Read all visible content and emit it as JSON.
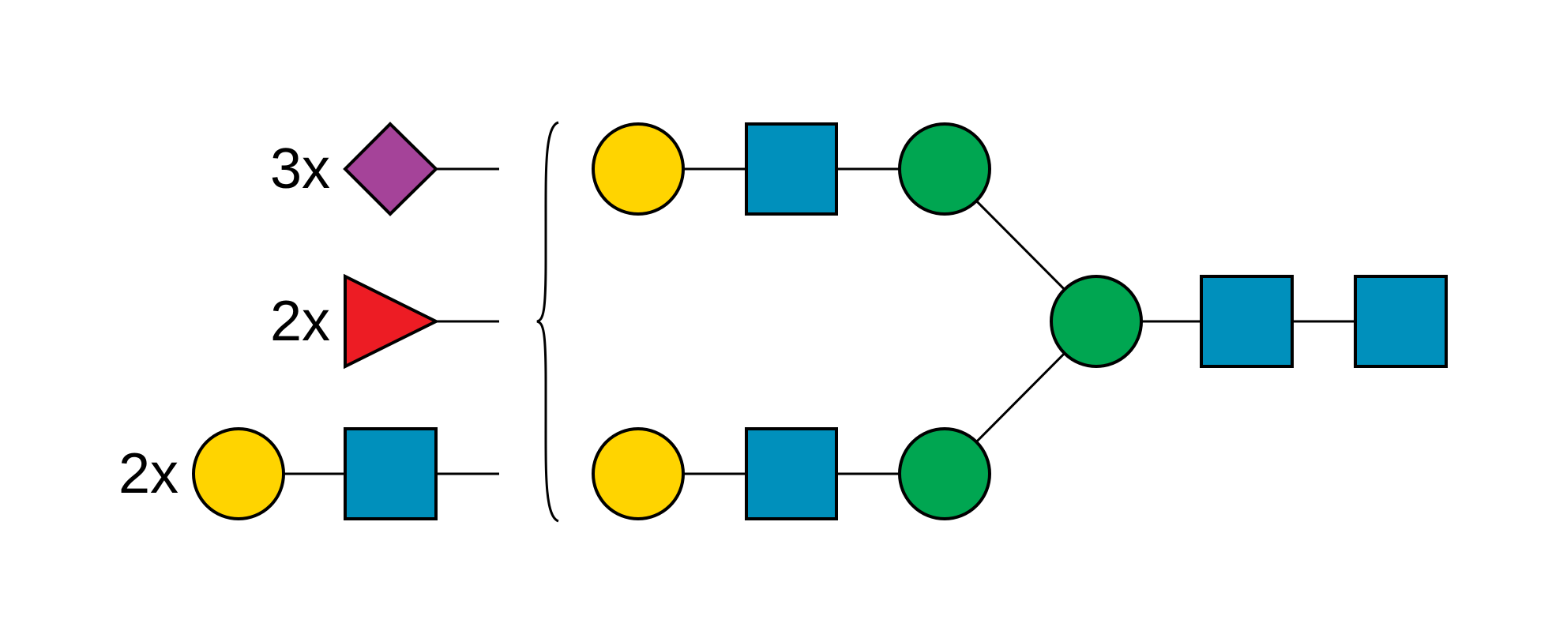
{
  "colors": {
    "galactose": "#FFD400",
    "glcnac": "#0090BC",
    "mannose": "#00A651",
    "sialic_acid": "#A54399",
    "fucose": "#ED1C24",
    "line": "#000000",
    "background": "#FFFFFF"
  },
  "core": {
    "nodes": [
      {
        "id": "gal-top",
        "residue": "galactose",
        "shape": "circle"
      },
      {
        "id": "glcnac-top",
        "residue": "glcnac",
        "shape": "square"
      },
      {
        "id": "man-top",
        "residue": "mannose",
        "shape": "circle"
      },
      {
        "id": "gal-bottom",
        "residue": "galactose",
        "shape": "circle"
      },
      {
        "id": "glcnac-bottom",
        "residue": "glcnac",
        "shape": "square"
      },
      {
        "id": "man-bottom",
        "residue": "mannose",
        "shape": "circle"
      },
      {
        "id": "man-core",
        "residue": "mannose",
        "shape": "circle"
      },
      {
        "id": "glcnac-core-1",
        "residue": "glcnac",
        "shape": "square"
      },
      {
        "id": "glcnac-core-2",
        "residue": "glcnac",
        "shape": "square"
      }
    ]
  },
  "substituents": {
    "sialic_acid": {
      "count_label": "3x",
      "residue": "sialic_acid",
      "shape": "diamond"
    },
    "fucose": {
      "count_label": "2x",
      "residue": "fucose",
      "shape": "triangle"
    },
    "lacnac": {
      "count_label": "2x",
      "residues": [
        "galactose",
        "glcnac"
      ]
    }
  }
}
